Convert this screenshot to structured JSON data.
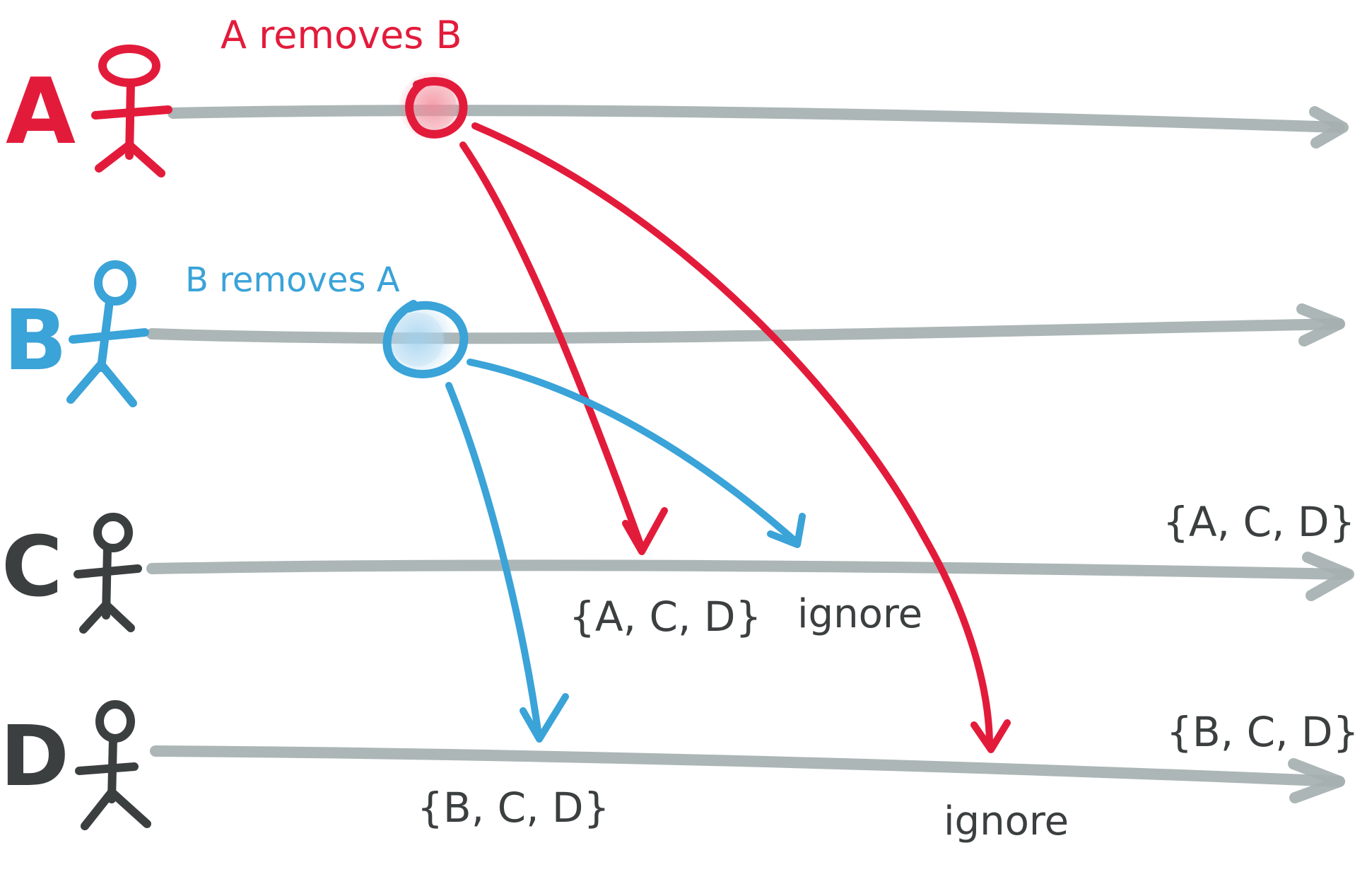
{
  "colors": {
    "red": "#e31b3b",
    "blue": "#3aa3d8",
    "dark": "#3b3f40",
    "timeline": "#a5b0b0"
  },
  "nodes": [
    {
      "id": "A",
      "label": "A",
      "color": "red"
    },
    {
      "id": "B",
      "label": "B",
      "color": "blue"
    },
    {
      "id": "C",
      "label": "C",
      "color": "dark"
    },
    {
      "id": "D",
      "label": "D",
      "color": "dark"
    }
  ],
  "events": {
    "a_removes_b": "A removes B",
    "b_removes_a": "B removes A"
  },
  "results": {
    "c_after_a": "{A, C, D}",
    "c_after_b": "ignore",
    "d_after_b": "{B, C, D}",
    "d_after_a": "ignore",
    "c_final": "{A, C, D}",
    "d_final": "{B, C, D}"
  }
}
